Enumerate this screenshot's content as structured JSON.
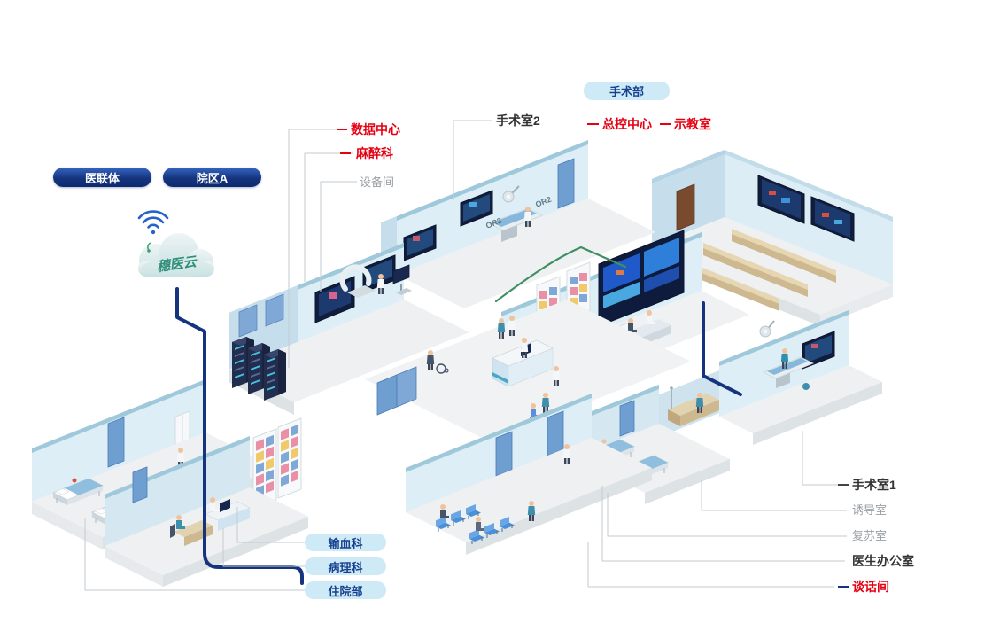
{
  "badges": {
    "alliance": {
      "label": "医联体"
    },
    "campus": {
      "label": "院区A"
    },
    "department": {
      "label": "手术部"
    }
  },
  "cloud": {
    "label": "穗医云"
  },
  "room_labels": {
    "data_center": "数据中心",
    "anesthesia": "麻醉科",
    "equipment": "设备间",
    "or2_room": "手术室2",
    "master_control": "总控中心",
    "classroom": "示教室",
    "or1_room": "手术室1",
    "induction": "诱导室",
    "recovery": "复苏室",
    "doctor_office": "医生办公室",
    "talk_room": "谈话间"
  },
  "dept_links": {
    "blood": "输血科",
    "pathology": "病理科",
    "inpatient": "住院部"
  },
  "signs": {
    "or2": "OR2",
    "or3": "OR3"
  },
  "colors": {
    "accent_red": "#e60012",
    "navy_link": "#16337e",
    "green_link": "#3f8f63",
    "pill_dark_blue": "#0d2a6e",
    "pill_light_bg": "#cfeaf7",
    "pill_text_blue": "#15418f",
    "label_gray": "#9aa0a6",
    "label_dark": "#333333",
    "wall_light_blue": "#ddeef6",
    "screen_dark": "#101d3d"
  }
}
